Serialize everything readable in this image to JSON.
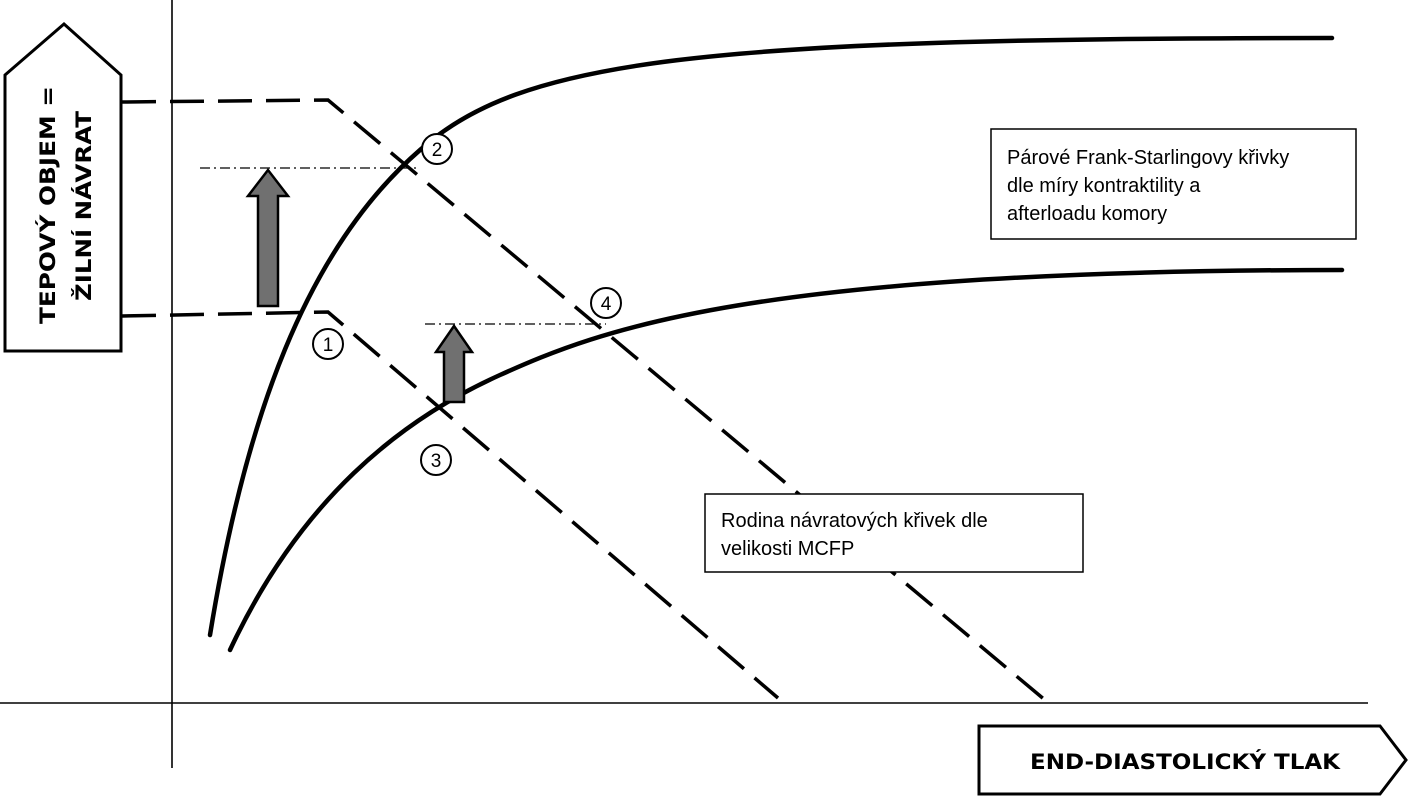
{
  "y_axis_label": {
    "line1": "TEPOVÝ OBJEM  =",
    "line2": "ŽILNÍ NÁVRAT"
  },
  "x_axis_label": "END-DIASTOLICKÝ TLAK",
  "callouts": {
    "frank_starling": [
      "Párové Frank-Starlingovy křivky",
      "dle míry kontraktility a",
      "afterloadu komory"
    ],
    "venous_return": [
      "Rodina návratových křivek dle",
      "velikosti MCFP"
    ]
  },
  "points": [
    "1",
    "2",
    "3",
    "4"
  ],
  "colors": {
    "line": "#000000",
    "arrow_fill": "#707070",
    "background": "#ffffff"
  }
}
